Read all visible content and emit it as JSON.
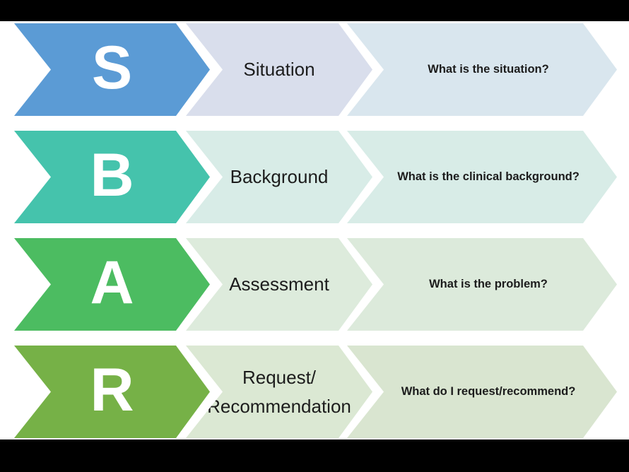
{
  "frame": {
    "bar_color": "#000000",
    "background_color": "#ffffff"
  },
  "rows": [
    {
      "letter": "S",
      "label": "Situation",
      "question": "What is the situation?",
      "letter_color": "#5b9bd5",
      "label_color": "#d9deec",
      "question_color": "#d9e6ee"
    },
    {
      "letter": "B",
      "label": "Background",
      "question": "What is the clinical background?",
      "letter_color": "#45c3ac",
      "label_color": "#d8ece7",
      "question_color": "#d8ece7"
    },
    {
      "letter": "A",
      "label": "Assessment",
      "question": "What is the problem?",
      "letter_color": "#4cbc61",
      "label_color": "#ddebdc",
      "question_color": "#dceadb"
    },
    {
      "letter": "R",
      "label": "Request/\nRecommendation",
      "question": "What do I request/recommend?",
      "letter_color": "#76b147",
      "label_color": "#dbe8d3",
      "question_color": "#d9e5d0"
    }
  ]
}
